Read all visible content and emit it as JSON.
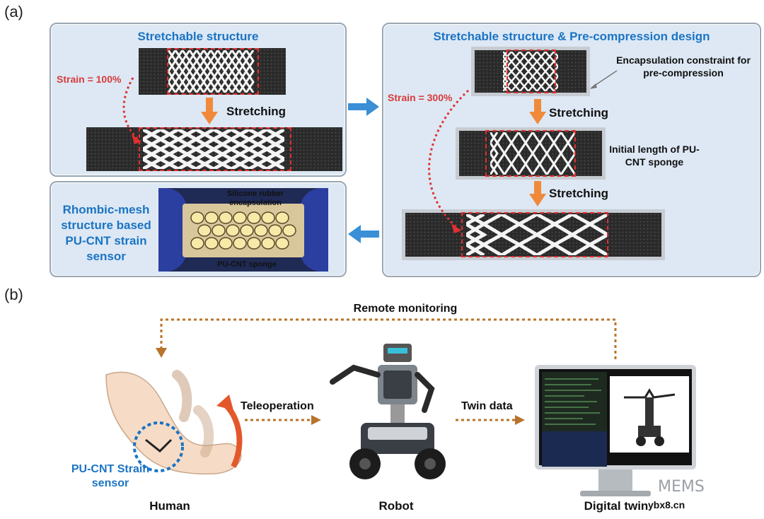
{
  "panel_a_label": "(a)",
  "panel_b_label": "(b)",
  "left_top": {
    "title": "Stretchable structure",
    "strain": "Strain = 100%",
    "action": "Stretching"
  },
  "left_bottom": {
    "title": "Rhombic-mesh structure based PU-CNT strain sensor",
    "photo_label_top": "Silicone rubber encapsulation",
    "photo_label_bottom": "PU-CNT sponge"
  },
  "right": {
    "title": "Stretchable structure & Pre-compression design",
    "strain": "Strain = 300%",
    "note_top": "Encapsulation constraint for pre-compression",
    "action_1": "Stretching",
    "note_mid": "Initial length of PU-CNT sponge",
    "action_2": "Stretching"
  },
  "panel_b": {
    "remote": "Remote monitoring",
    "teleoperation": "Teleoperation",
    "twin_data": "Twin data",
    "sensor_label": "PU-CNT Strain sensor",
    "human": "Human",
    "robot": "Robot",
    "digital_twin": "Digital twin",
    "watermark_brand": "MEMS",
    "watermark_url": "ybx8.cn"
  },
  "colors": {
    "blue_text": "#1b74c4",
    "red_dash": "#e03030",
    "orange_arrow": "#f08a3a",
    "brown_dotted": "#b8742a",
    "panel_bg": "#dde8f4"
  }
}
